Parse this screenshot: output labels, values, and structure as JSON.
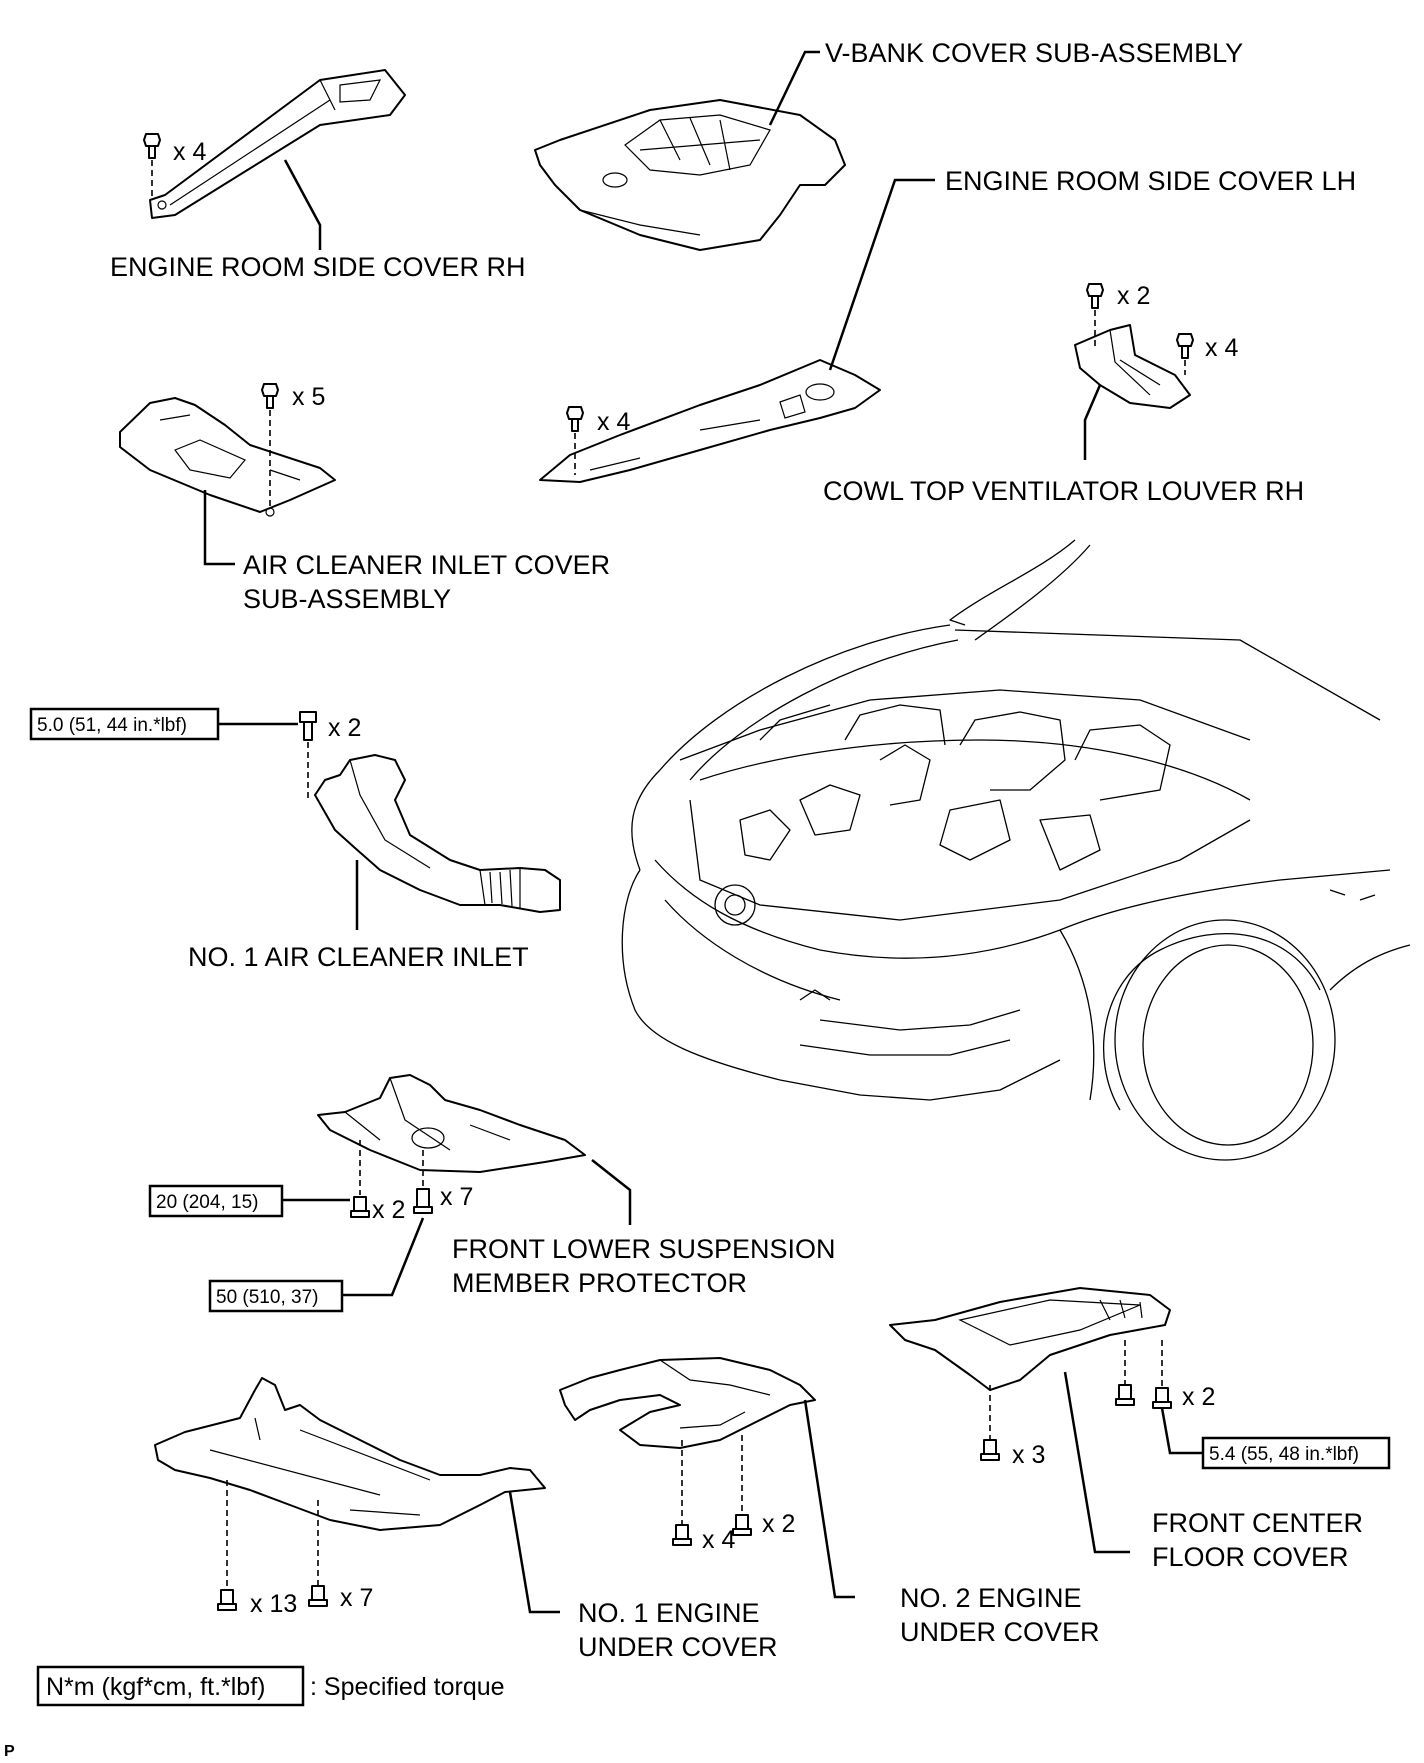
{
  "labels": {
    "vbank_cover": "V-BANK COVER SUB-ASSEMBLY",
    "side_cover_rh": "ENGINE ROOM SIDE COVER RH",
    "side_cover_lh": "ENGINE ROOM SIDE COVER LH",
    "cowl_louver_rh": "COWL TOP VENTILATOR LOUVER RH",
    "air_inlet_cover_1": "AIR CLEANER INLET COVER",
    "air_inlet_cover_2": "SUB-ASSEMBLY",
    "air_cleaner_inlet": "NO. 1 AIR CLEANER INLET",
    "suspension_protector_1": "FRONT LOWER SUSPENSION",
    "suspension_protector_2": "MEMBER PROTECTOR",
    "floor_cover_1": "FRONT CENTER",
    "floor_cover_2": "FLOOR COVER",
    "under_cover_1_a": "NO. 1 ENGINE",
    "under_cover_1_b": "UNDER COVER",
    "under_cover_2_a": "NO. 2 ENGINE",
    "under_cover_2_b": "UNDER COVER"
  },
  "quantities": {
    "side_rh": "x 4",
    "louver_top": "x 2",
    "louver_side": "x 4",
    "inlet_cover": "x 5",
    "side_lh": "x 4",
    "air_inlet": "x 2",
    "protector_bolt_a": "x 2",
    "protector_bolt_b": "x 7",
    "floor_bolt_a": "x 2",
    "floor_bolt_b": "x 3",
    "uc2_a": "x 4",
    "uc2_b": "x 2",
    "uc1_a": "x 13",
    "uc1_b": "x 7"
  },
  "torques": {
    "air_inlet": "5.0 (51, 44 in.*lbf)",
    "protector_a": "20 (204, 15)",
    "protector_b": "50 (510, 37)",
    "floor_cover": "5.4 (55, 48 in.*lbf)"
  },
  "legend": {
    "units": "N*m (kgf*cm, ft.*lbf)",
    "meaning": ": Specified torque"
  },
  "corner_mark": "P"
}
